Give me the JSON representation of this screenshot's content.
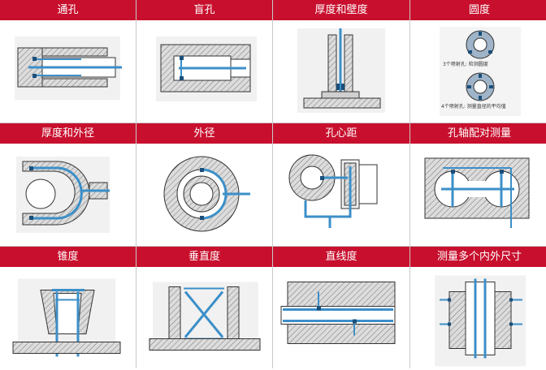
{
  "cells": [
    {
      "title": "通孔"
    },
    {
      "title": "盲孔"
    },
    {
      "title": "厚度和壁度"
    },
    {
      "title": "圆度",
      "notes": [
        "3个喷射孔: 检测圆度",
        "4个喷射孔: 测量直径的平均值"
      ]
    },
    {
      "title": "厚度和外径"
    },
    {
      "title": "外径"
    },
    {
      "title": "孔心距"
    },
    {
      "title": "孔轴配对测量"
    },
    {
      "title": "锥度"
    },
    {
      "title": "垂直度"
    },
    {
      "title": "直线度"
    },
    {
      "title": "测量多个内外尺寸"
    }
  ],
  "colors": {
    "header": "#c8102e",
    "probe": "#3c8fc8",
    "part_gray": "#cfcfcf",
    "grid": "#c9c9c9"
  }
}
